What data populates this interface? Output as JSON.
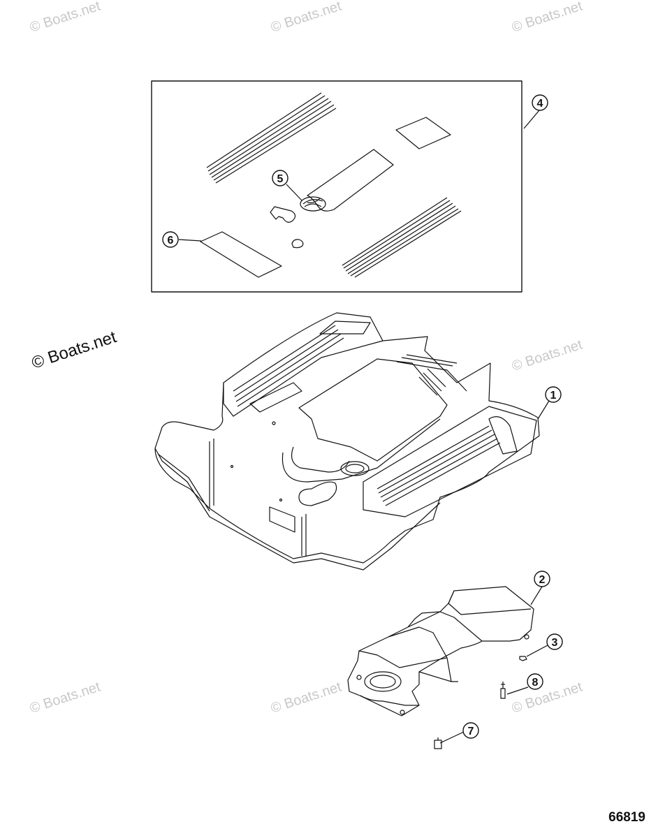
{
  "watermarks": {
    "text": "© Boats.net",
    "prominent": "© Boats.net"
  },
  "reference_number": "66819",
  "callouts": [
    "1",
    "2",
    "3",
    "4",
    "5",
    "6",
    "7",
    "8"
  ],
  "colors": {
    "line": "#111111",
    "watermark": "#c8c8c8",
    "background": "#ffffff"
  }
}
